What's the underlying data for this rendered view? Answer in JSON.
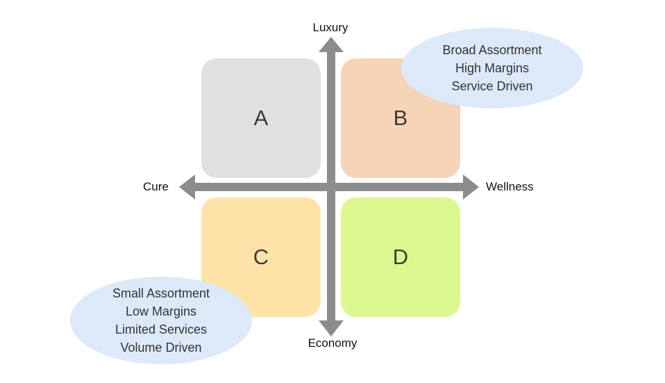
{
  "axes": {
    "top": "Luxury",
    "bottom": "Economy",
    "left": "Cure",
    "right": "Wellness"
  },
  "quadrants": {
    "top_left": "A",
    "top_right": "B",
    "bottom_left": "C",
    "bottom_right": "D"
  },
  "callouts": {
    "top_right": [
      "Broad Assortment",
      "High Margins",
      "Service Driven"
    ],
    "bottom_left": [
      "Small Assortment",
      "Low Margins",
      "Limited Services",
      "Volume Driven"
    ]
  },
  "colors": {
    "quadrant_a": "#e0e0e0",
    "quadrant_b": "#f6d4b7",
    "quadrant_c": "#fde3a7",
    "quadrant_d": "#ddf78f",
    "axis_arrows": "#8c8c8c",
    "callout_fill": "#dbe9f8"
  }
}
